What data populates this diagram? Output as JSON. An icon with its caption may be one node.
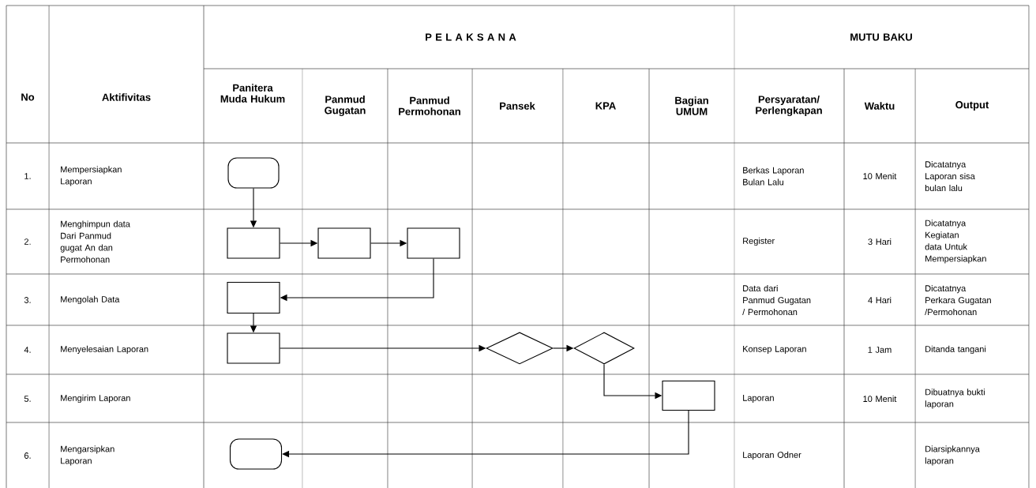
{
  "diagram": {
    "nodes": [
      {
        "text": [],
        "shape": "terminal"
      },
      {
        "text": [],
        "shape": "box"
      },
      {
        "text": [],
        "shape": "box"
      },
      {
        "text": [],
        "shape": "box"
      },
      {
        "text": [],
        "shape": "box"
      },
      {
        "text": [],
        "shape": "box"
      },
      {
        "text": [],
        "shape": "diamond"
      },
      {
        "text": [],
        "shape": "diamond"
      },
      {
        "text": [],
        "shape": "box"
      },
      {
        "text": [],
        "shape": "terminal"
      }
    ],
    "edges": [
      {
        "from": 0,
        "to": 1,
        "arrow": "to"
      },
      {
        "from": 1,
        "to": 2,
        "arrow": "to"
      },
      {
        "from": 2,
        "to": 3,
        "arrow": "to"
      },
      {
        "from": 3,
        "to": 4,
        "arrow": "to"
      },
      {
        "from": 4,
        "to": 5,
        "arrow": "to"
      },
      {
        "from": 5,
        "to": 6,
        "arrow": "to"
      },
      {
        "from": 6,
        "to": 7,
        "arrow": "to"
      },
      {
        "from": 7,
        "to": 8,
        "arrow": "to"
      },
      {
        "from": 8,
        "to": 9,
        "arrow": "to"
      }
    ],
    "labels": [
      "No",
      "Aktifivitas",
      "P E L A K S A N A",
      "MUTU BAKU",
      "Panitera Muda Hukum",
      "Panmud Gugatan",
      "Panmud Permohonan",
      "Pansek",
      "KPA",
      "Bagian UMUM",
      "Persyaratan/ Perlengkapan",
      "Waktu",
      "Output",
      "1.",
      "Mempersiapkan Laporan",
      "Berkas Laporan Bulan Lalu",
      "10 Menit",
      "Dicatatnya Laporan sisa bulan lalu",
      "2.",
      "Menghimpun data Dari Panmud gugat An dan Permohonan",
      "Register",
      "3 Hari",
      "Dicatatnya Kegiatan data Untuk Mempersiapkan",
      "3.",
      "Mengolah Data",
      "Data dari Panmud Gugatan / Permohonan",
      "4 Hari",
      "Dicatatnya Perkara Gugatan /Permohonan",
      "4.",
      "Menyelesaian Laporan",
      "Konsep Laporan",
      "1 Jam",
      "Ditanda tangani",
      "5.",
      "Mengirim Laporan",
      "Laporan",
      "10 Menit",
      "Dibuatnya bukti laporan",
      "6.",
      "Mengarsipkan Laporan",
      "Laporan Odner",
      "Diarsipkannya laporan"
    ]
  }
}
